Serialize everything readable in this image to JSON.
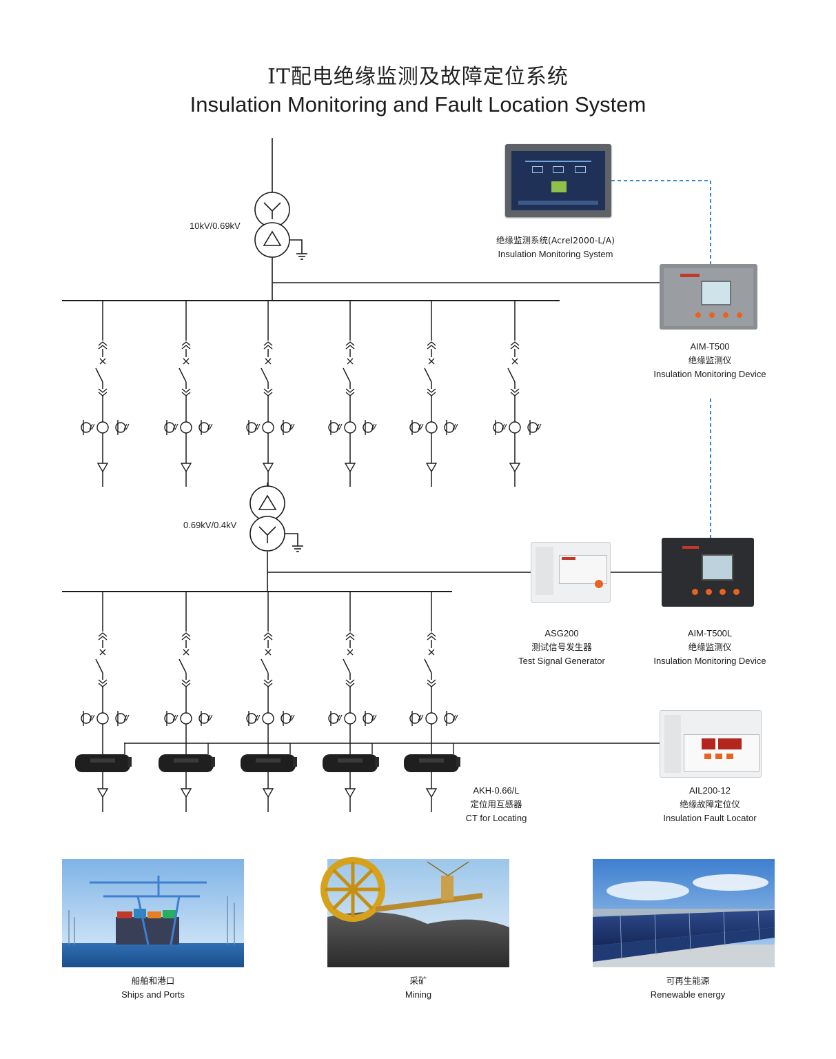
{
  "title": {
    "cn": "IT配电绝缘监测及故障定位系统",
    "en": "Insulation Monitoring and Fault Location System"
  },
  "transformers": {
    "upper": "10kV/0.69kV",
    "lower": "0.69kV/0.4kV"
  },
  "devices": {
    "monitoring_system": {
      "cn": "绝缘监测系统(Acrel2000-L/A)",
      "en": "Insulation Monitoring System"
    },
    "aim_t500": {
      "model": "AIM-T500",
      "cn": "绝缘监测仪",
      "en": "Insulation Monitoring Device"
    },
    "asg200": {
      "model": "ASG200",
      "cn": "测试信号发生器",
      "en": "Test Signal Generator"
    },
    "aim_t500l": {
      "model": "AIM-T500L",
      "cn": "绝缘监测仪",
      "en": "Insulation Monitoring Device"
    },
    "akh": {
      "model": "AKH-0.66/L",
      "cn": "定位用互感器",
      "en": "CT for Locating"
    },
    "ail200": {
      "model": "AIL200-12",
      "cn": "绝缘故障定位仪",
      "en": "Insulation Fault Locator"
    }
  },
  "applications": [
    {
      "cn": "船舶和港口",
      "en": "Ships and Ports"
    },
    {
      "cn": "采矿",
      "en": "Mining"
    },
    {
      "cn": "可再生能源",
      "en": "Renewable energy"
    }
  ],
  "colors": {
    "line": "#1a1a1a",
    "dashed_link": "#1e78c8",
    "accent_orange": "#e8641e",
    "sky_blue": "#4a8fd0"
  },
  "icons": [
    "transformer-wye-delta-icon",
    "transformer-delta-wye-icon",
    "ground-icon",
    "disconnector-icon",
    "current-transformer-icon",
    "cable-termination-icon"
  ]
}
